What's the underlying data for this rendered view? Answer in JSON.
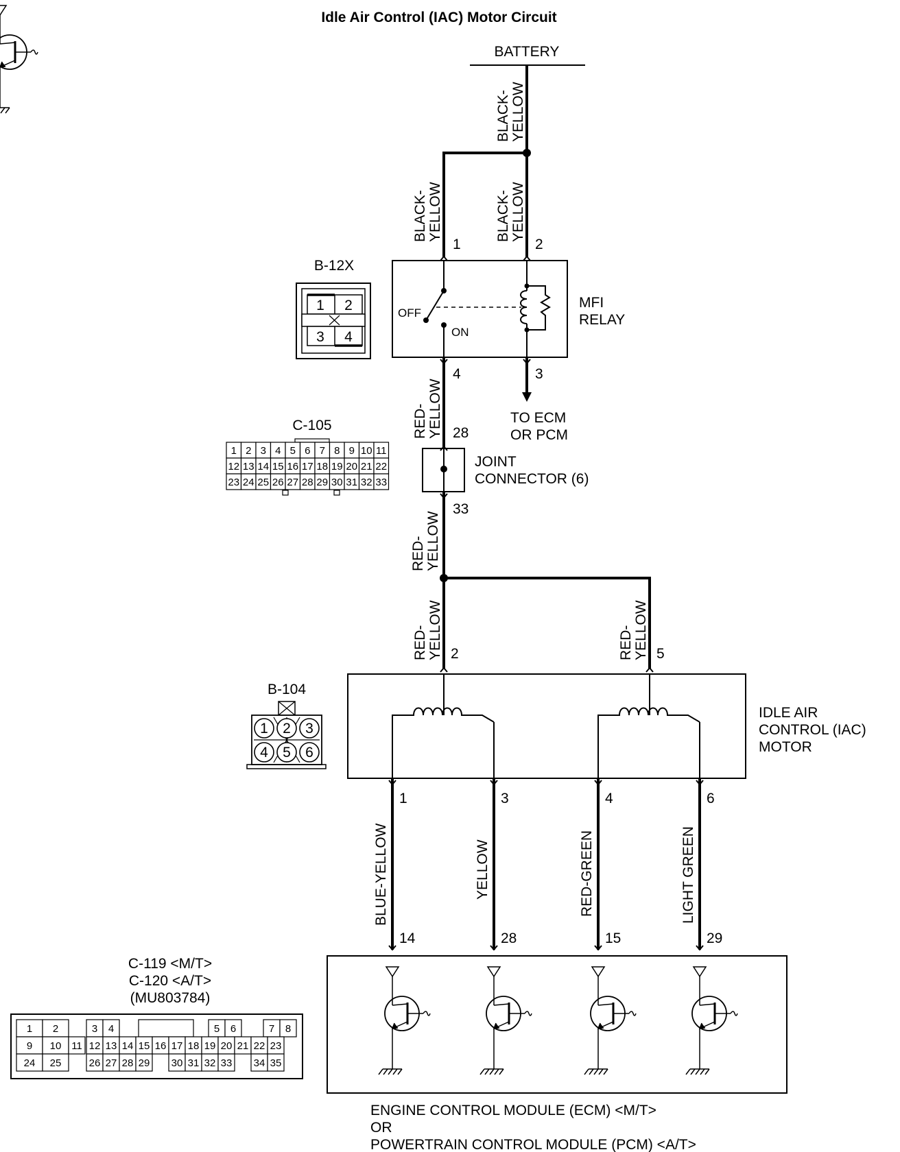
{
  "title": "Idle Air Control (IAC) Motor Circuit",
  "battery": "BATTERY",
  "wires": {
    "black_yellow": [
      "BLACK-",
      "YELLOW"
    ],
    "red_yellow": [
      "RED-",
      "YELLOW"
    ],
    "blue_yellow": "BLUE-YELLOW",
    "yellow": "YELLOW",
    "red_green": "RED-GREEN",
    "light_green": "LIGHT GREEN"
  },
  "relay": {
    "label": [
      "MFI",
      "RELAY"
    ],
    "off": "OFF",
    "on": "ON",
    "pins": [
      "1",
      "2",
      "4",
      "3"
    ],
    "to_ecm": [
      "TO ECM",
      "OR PCM"
    ]
  },
  "joint": {
    "label": [
      "JOINT",
      "CONNECTOR (6)"
    ],
    "pins": [
      "28",
      "33"
    ]
  },
  "iac": {
    "label": [
      "IDLE AIR",
      "CONTROL (IAC)",
      "MOTOR"
    ],
    "top_pins": [
      "2",
      "5"
    ],
    "bottom_pins": [
      "1",
      "3",
      "4",
      "6"
    ]
  },
  "ecm": {
    "pins": [
      "14",
      "28",
      "15",
      "29"
    ],
    "label": [
      "ENGINE CONTROL MODULE (ECM) <M/T>",
      "OR",
      "POWERTRAIN CONTROL MODULE (PCM) <A/T>"
    ]
  },
  "connectors": {
    "b12x": {
      "name": "B-12X",
      "pins": [
        "1",
        "2",
        "3",
        "4"
      ],
      "x": "X"
    },
    "c105": {
      "name": "C-105",
      "rows": [
        [
          "1",
          "2",
          "3",
          "4",
          "5",
          "6",
          "7",
          "8",
          "9",
          "10",
          "11"
        ],
        [
          "12",
          "13",
          "14",
          "15",
          "16",
          "17",
          "18",
          "19",
          "20",
          "21",
          "22"
        ],
        [
          "23",
          "24",
          "25",
          "26",
          "27",
          "28",
          "29",
          "30",
          "31",
          "32",
          "33"
        ]
      ]
    },
    "b104": {
      "name": "B-104",
      "pins": [
        "1",
        "2",
        "3",
        "4",
        "5",
        "6"
      ]
    },
    "c119": {
      "names": [
        "C-119 <M/T>",
        "C-120 <A/T>",
        "(MU803784)"
      ],
      "row1": [
        "1",
        "2",
        "3",
        "4",
        "5",
        "6",
        "7",
        "8"
      ],
      "row2": [
        "9",
        "10",
        "11",
        "12",
        "13",
        "14",
        "15",
        "16",
        "17",
        "18",
        "19",
        "20",
        "21",
        "22",
        "23"
      ],
      "row3": [
        "24",
        "25",
        "26",
        "27",
        "28",
        "29",
        "30",
        "31",
        "32",
        "33",
        "34",
        "35"
      ]
    }
  }
}
